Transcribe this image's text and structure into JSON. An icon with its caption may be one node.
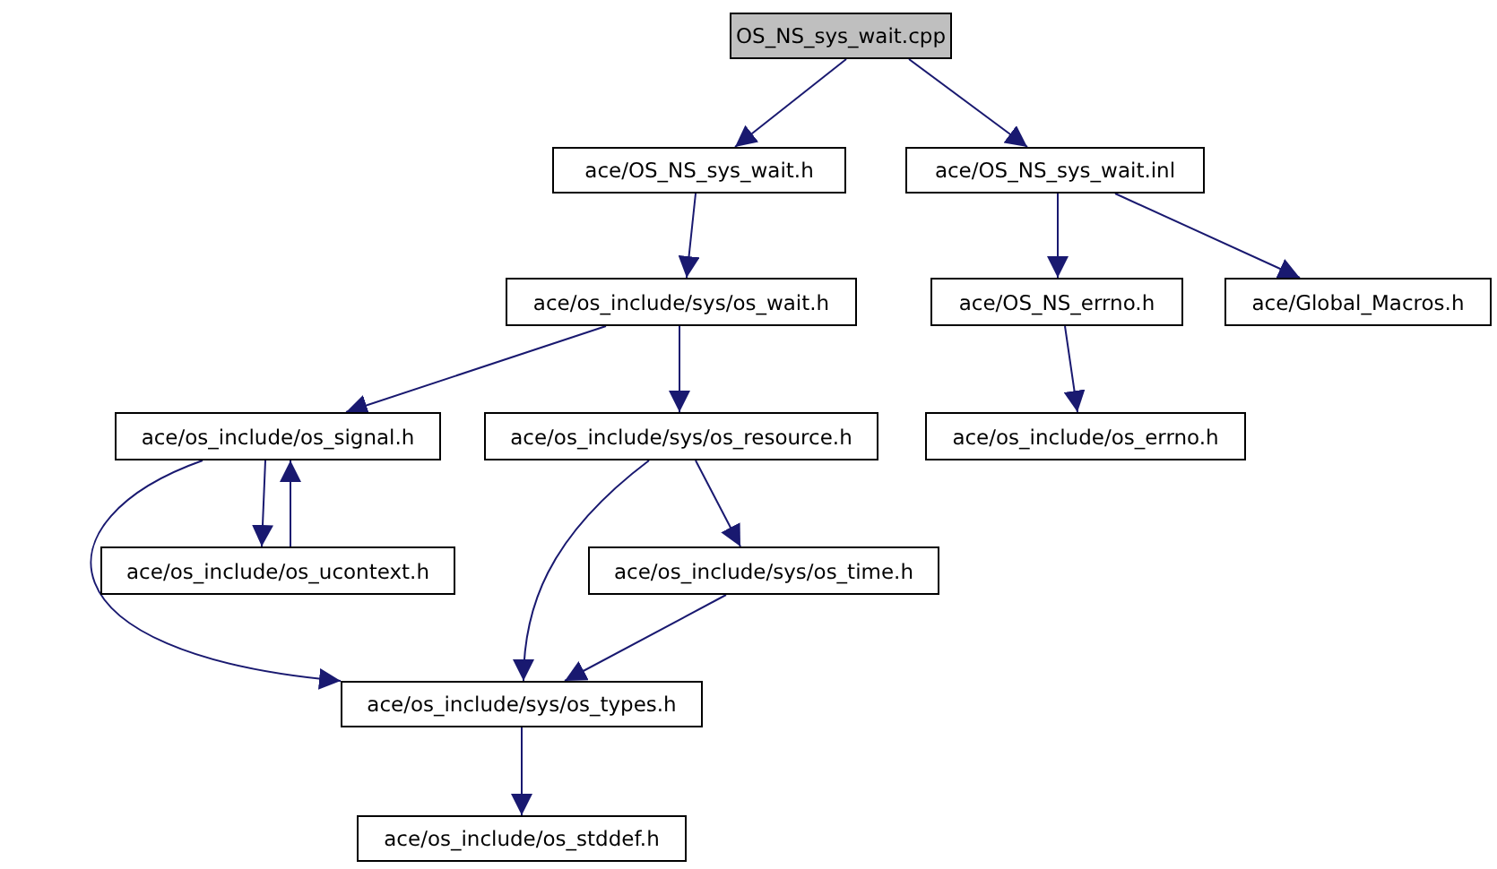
{
  "diagram": {
    "nodes": [
      {
        "text": [
          "OS_NS_sys_wait.cpp"
        ]
      },
      {
        "text": [
          "ace/OS_NS_sys_wait.h"
        ]
      },
      {
        "text": [
          "ace/OS_NS_sys_wait.inl"
        ]
      },
      {
        "text": [
          "ace/os_include/sys/os_wait.h"
        ]
      },
      {
        "text": [
          "ace/OS_NS_errno.h"
        ]
      },
      {
        "text": [
          "ace/Global_Macros.h"
        ]
      },
      {
        "text": [
          "ace/os_include/os_signal.h"
        ]
      },
      {
        "text": [
          "ace/os_include/sys/os_resource.h"
        ]
      },
      {
        "text": [
          "ace/os_include/os_errno.h"
        ]
      },
      {
        "text": [
          "ace/os_include/os_ucontext.h"
        ]
      },
      {
        "text": [
          "ace/os_include/sys/os_time.h"
        ]
      },
      {
        "text": [
          "ace/os_include/sys/os_types.h"
        ]
      },
      {
        "text": [
          "ace/os_include/os_stddef.h"
        ]
      }
    ],
    "edges": [
      {
        "from": 0,
        "to": 1,
        "arrow": "to"
      },
      {
        "from": 0,
        "to": 2,
        "arrow": "to"
      },
      {
        "from": 1,
        "to": 3,
        "arrow": "to"
      },
      {
        "from": 2,
        "to": 4,
        "arrow": "to"
      },
      {
        "from": 2,
        "to": 5,
        "arrow": "to"
      },
      {
        "from": 4,
        "to": 8,
        "arrow": "to"
      },
      {
        "from": 3,
        "to": 6,
        "arrow": "to"
      },
      {
        "from": 3,
        "to": 7,
        "arrow": "to"
      },
      {
        "from": 6,
        "to": 9,
        "arrow": "to"
      },
      {
        "from": 9,
        "to": 6,
        "arrow": "to"
      },
      {
        "from": 6,
        "to": 11,
        "arrow": "to"
      },
      {
        "from": 7,
        "to": 11,
        "arrow": "to"
      },
      {
        "from": 7,
        "to": 10,
        "arrow": "to"
      },
      {
        "from": 10,
        "to": 11,
        "arrow": "to"
      },
      {
        "from": 11,
        "to": 12,
        "arrow": "to"
      }
    ]
  }
}
